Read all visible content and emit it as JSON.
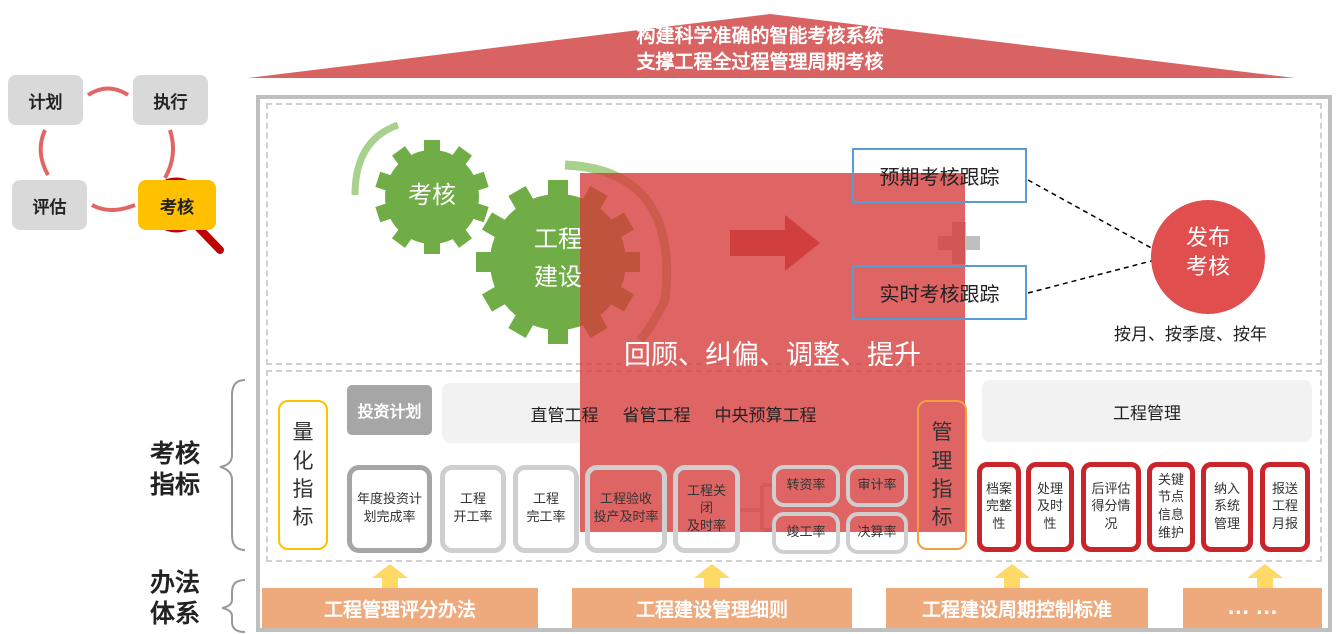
{
  "roof": {
    "line1": "构建科学准确的智能考核系统",
    "line2": "支撑工程全过程管理周期考核"
  },
  "cycle": {
    "plan": "计划",
    "execute": "执行",
    "evaluate": "评估",
    "assess": "考核"
  },
  "gears": {
    "small": "考核",
    "big_line1": "工程",
    "big_line2": "建设"
  },
  "tracking": {
    "expected": "预期考核跟踪",
    "realtime": "实时考核跟踪"
  },
  "publish": {
    "line1": "发布",
    "line2": "考核",
    "frequency": "按月、按季度、按年"
  },
  "overlay_text": "回顾、纠偏、调整、提升",
  "side_labels": {
    "indicators": "考核\n指标",
    "methods": "办法\n体系"
  },
  "quant": {
    "label": "量化指标",
    "invest_plan": "投资计划",
    "projects": [
      "直管工程",
      "省管工程",
      "中央预算工程"
    ]
  },
  "mgmt": {
    "label": "管理指标",
    "header": "工程管理"
  },
  "quant_items": [
    "年度投资计\n划完成率",
    "工程\n开工率",
    "工程\n完工率",
    "工程验收\n投产及时率",
    "工程关\n闭\n及时率"
  ],
  "sub_items": [
    "转资率",
    "审计率",
    "竣工率",
    "决算率"
  ],
  "mgmt_items": [
    "档案\n完整\n性",
    "处理\n及时\n性",
    "后评估\n得分情\n况",
    "关键\n节点\n信息\n维护",
    "纳入\n系统\n管理",
    "报送\n工程\n月报"
  ],
  "methods": [
    "工程管理评分办法",
    "工程建设管理细则",
    "工程建设周期控制标准",
    "... ..."
  ],
  "colors": {
    "roof": "#d96262",
    "overlay": "#d63a3a",
    "gear": "#70ad47",
    "publish": "#e04e4e",
    "bar": "#eea97c"
  }
}
